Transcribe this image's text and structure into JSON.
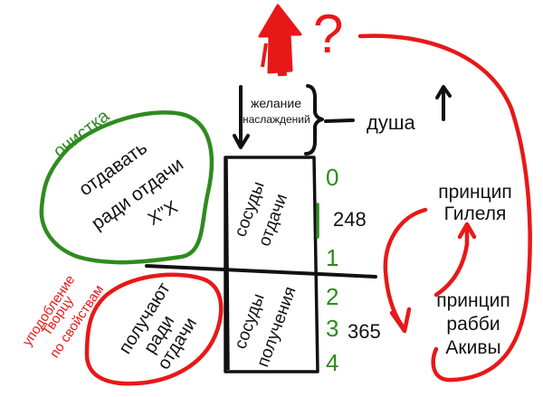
{
  "colors": {
    "ink": "#111111",
    "green": "#2e8b1e",
    "red": "#e81818"
  },
  "top": {
    "question": "?"
  },
  "desire": {
    "line1": "желание",
    "line2": "наслаждений"
  },
  "soul": {
    "label": "душа"
  },
  "left_top": {
    "cleansing": "очистка",
    "l1": "отдавать",
    "l2": "ради отдачи",
    "l3": "Х\"Х"
  },
  "left_bottom": {
    "similarity_l1": "уподобление",
    "similarity_l2": "Творцу",
    "similarity_l3": "по свойствам",
    "l1": "получают",
    "l2": "ради",
    "l3": "отдачи"
  },
  "vessel_top": {
    "l1": "сосуды",
    "l2": "отдачи"
  },
  "vessel_bottom": {
    "l1": "сосуды",
    "l2": "получения"
  },
  "levels": [
    "0",
    "1",
    "2",
    "3",
    "4"
  ],
  "counts": {
    "upper": "248",
    "lower": "365"
  },
  "principles": {
    "hillel_l1": "принцип",
    "hillel_l2": "Гилеля",
    "akiva_l1": "принцип",
    "akiva_l2": "рабби",
    "akiva_l3": "Акивы"
  }
}
